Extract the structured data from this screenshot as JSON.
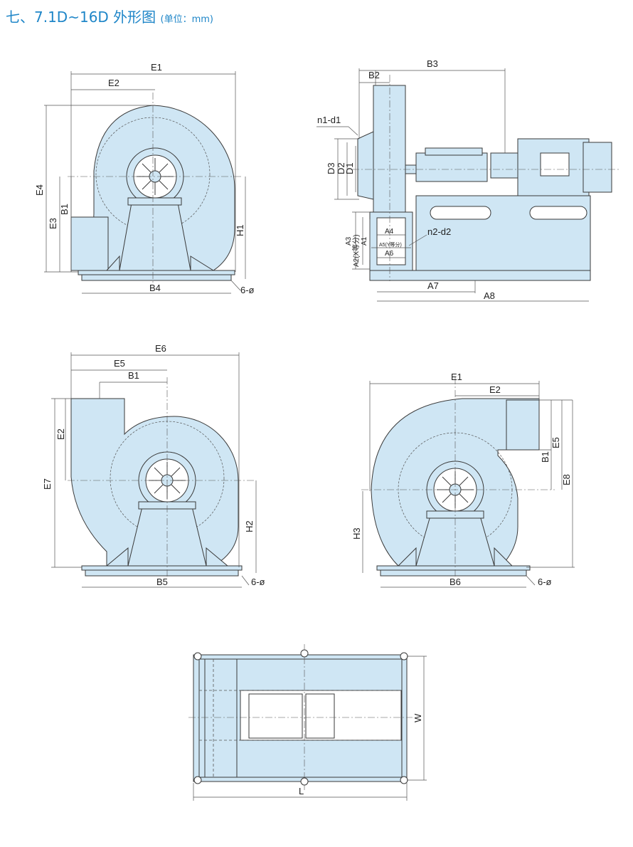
{
  "title": {
    "main": "七、7.1D~16D 外形图",
    "unit": "(单位：mm)"
  },
  "labels": {
    "E1": "E1",
    "E2": "E2",
    "E3": "E3",
    "E4": "E4",
    "E5": "E5",
    "E6": "E6",
    "E7": "E7",
    "E8": "E8",
    "B1": "B1",
    "B2": "B2",
    "B3": "B3",
    "B4": "B4",
    "B5": "B5",
    "B6": "B6",
    "H1": "H1",
    "H2": "H2",
    "H3": "H3",
    "D1": "D1",
    "D2": "D2",
    "D3": "D3",
    "A1": "A1",
    "A2": "A2(X等分)",
    "A3": "A3",
    "A4": "A4",
    "A5": "A5(Y等分)",
    "A6": "A6",
    "A7": "A7",
    "A8": "A8",
    "n1d1": "n1-d1",
    "n2d2": "n2-d2",
    "holes": "6-ø",
    "W": "W",
    "L": "L"
  }
}
